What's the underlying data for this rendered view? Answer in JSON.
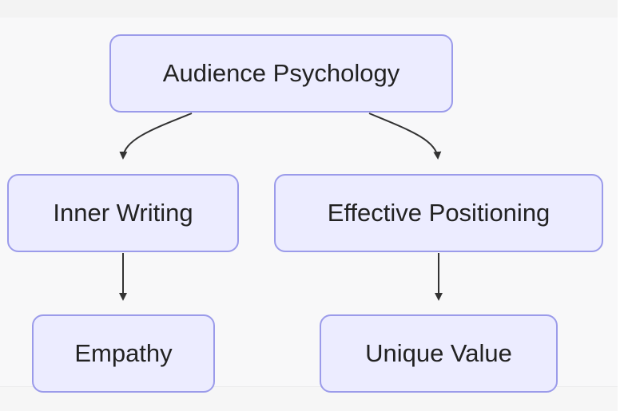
{
  "diagram": {
    "nodes": {
      "root": "Audience Psychology",
      "inner": "Inner Writing",
      "effective": "Effective Positioning",
      "empathy": "Empathy",
      "unique": "Unique Value"
    },
    "edges": [
      {
        "from": "root",
        "to": "inner"
      },
      {
        "from": "root",
        "to": "effective"
      },
      {
        "from": "inner",
        "to": "empathy"
      },
      {
        "from": "effective",
        "to": "unique"
      }
    ]
  },
  "colors": {
    "node_fill": "#ececff",
    "node_border": "#9b9bea",
    "edge": "#333333",
    "background": "#f8f8f9"
  }
}
